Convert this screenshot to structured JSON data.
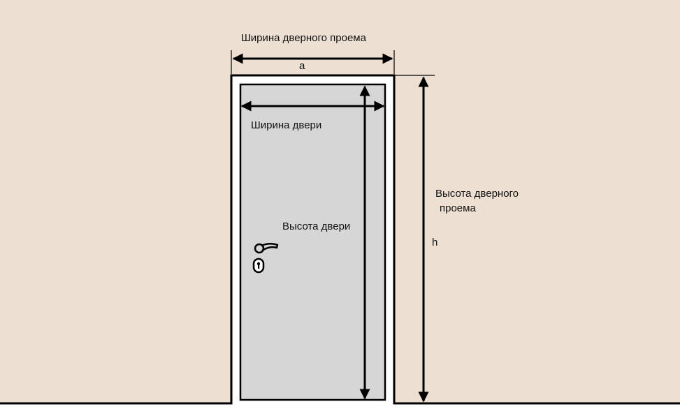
{
  "labels": {
    "opening_width": "Ширина дверного проема",
    "opening_width_symbol": "a",
    "door_width": "Ширина двери",
    "door_height": "Высота двери",
    "opening_height_line1": "Высота дверного",
    "opening_height_line2": "проема",
    "opening_height_symbol": "h"
  },
  "colors": {
    "wall": "#ede0d2",
    "opening_frame": "#ffffff",
    "door_leaf": "#d6d6d6",
    "lines": "#000000"
  },
  "icons": [
    "door-handle-icon",
    "keyhole-icon"
  ]
}
